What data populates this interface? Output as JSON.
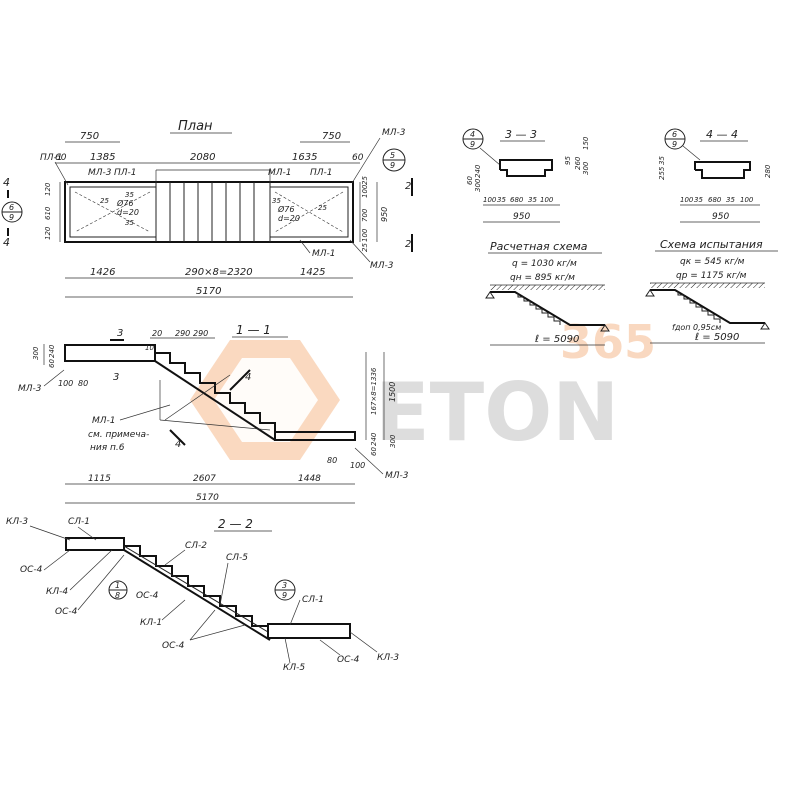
{
  "titles": {
    "plan": "План",
    "section_1_1": "1 — 1",
    "section_2_2": "2 — 2",
    "section_3_3": "3 — 3",
    "section_4_4": "4 — 4",
    "calc_scheme": "Расчетная схема",
    "test_scheme": "Схема испытания"
  },
  "plan": {
    "dims_top_1": [
      "750",
      "750"
    ],
    "dims_top_2": [
      "60",
      "1385",
      "2080",
      "1635",
      "60"
    ],
    "dims_bottom_1": [
      "1426",
      "290×8=2320",
      "1425"
    ],
    "dims_bottom_total": "5170",
    "left_dims": [
      "120",
      "610",
      "120"
    ],
    "right_dims": [
      "25",
      "100",
      "700",
      "950",
      "100",
      "25"
    ],
    "hole_labels": [
      "Ø76",
      "d=20",
      "35",
      "25",
      "35",
      "Ø76",
      "d=20",
      "35",
      "25"
    ],
    "callouts": [
      "ПЛ-1",
      "МЛ-3",
      "ПЛ-1",
      "МЛ-1",
      "ПЛ-1",
      "МЛ-3",
      "МЛ-1",
      "МЛ-3"
    ],
    "cut_marks": [
      "4",
      "4",
      "2",
      "2"
    ],
    "circle_refs": [
      {
        "top": "6",
        "bottom": "9"
      },
      {
        "top": "5",
        "bottom": "9"
      }
    ]
  },
  "section_1_1": {
    "top_dims": [
      "20",
      "290",
      "290",
      "10"
    ],
    "left_dims": [
      "300",
      "240",
      "60"
    ],
    "right_dims": [
      "167×8=1336",
      "1500",
      "300",
      "240",
      "60"
    ],
    "bottom_small": [
      "100",
      "80",
      "80",
      "100"
    ],
    "bottom_dims": [
      "1115",
      "2607",
      "1448"
    ],
    "bottom_total": "5170",
    "labels": [
      "МЛ-3",
      "МЛ-1",
      "см. примеча-",
      "ния п.6",
      "МЛ-3"
    ],
    "cut_marks": [
      "3",
      "3",
      "4",
      "4"
    ]
  },
  "section_2_2": {
    "labels": [
      "КЛ-3",
      "СЛ-1",
      "ОС-4",
      "КЛ-4",
      "ОС-4",
      "ОС-4",
      "СЛ-2",
      "СЛ-5",
      "КЛ-1",
      "ОС-4",
      "СЛ-1",
      "КЛ-5",
      "ОС-4",
      "КЛ-3"
    ],
    "circle_refs": [
      {
        "top": "1",
        "bottom": "8"
      },
      {
        "top": "3",
        "bottom": "9"
      }
    ]
  },
  "section_3_3": {
    "circle_ref": {
      "top": "4",
      "bottom": "9"
    },
    "left_dims": [
      "60",
      "240",
      "300"
    ],
    "right_dims": [
      "95",
      "150",
      "260",
      "300"
    ],
    "bottom_dims": [
      "100",
      "35",
      "680",
      "35",
      "100"
    ],
    "total": "950"
  },
  "section_4_4": {
    "circle_ref": {
      "top": "6",
      "bottom": "9"
    },
    "left_dims": [
      "35",
      "255"
    ],
    "right_dims": [
      "280"
    ],
    "bottom_dims": [
      "100",
      "35",
      "680",
      "35",
      "100"
    ],
    "total": "950"
  },
  "calc_scheme": {
    "load_q": "q = 1030 кг/м",
    "load_qn": "qн = 895 кг/м",
    "span": "ℓ = 5090"
  },
  "test_scheme": {
    "load_q": "qк = 545 кг/м",
    "load_qp": "qр = 1175 кг/м",
    "deflection": "fдоп 0,95см",
    "span": "ℓ = 5090"
  },
  "watermark": {
    "number": "365",
    "brand": "ETON"
  },
  "colors": {
    "ink": "#222222",
    "watermark_orange": "#f5b98d",
    "watermark_grey": "#bdbdbd"
  }
}
